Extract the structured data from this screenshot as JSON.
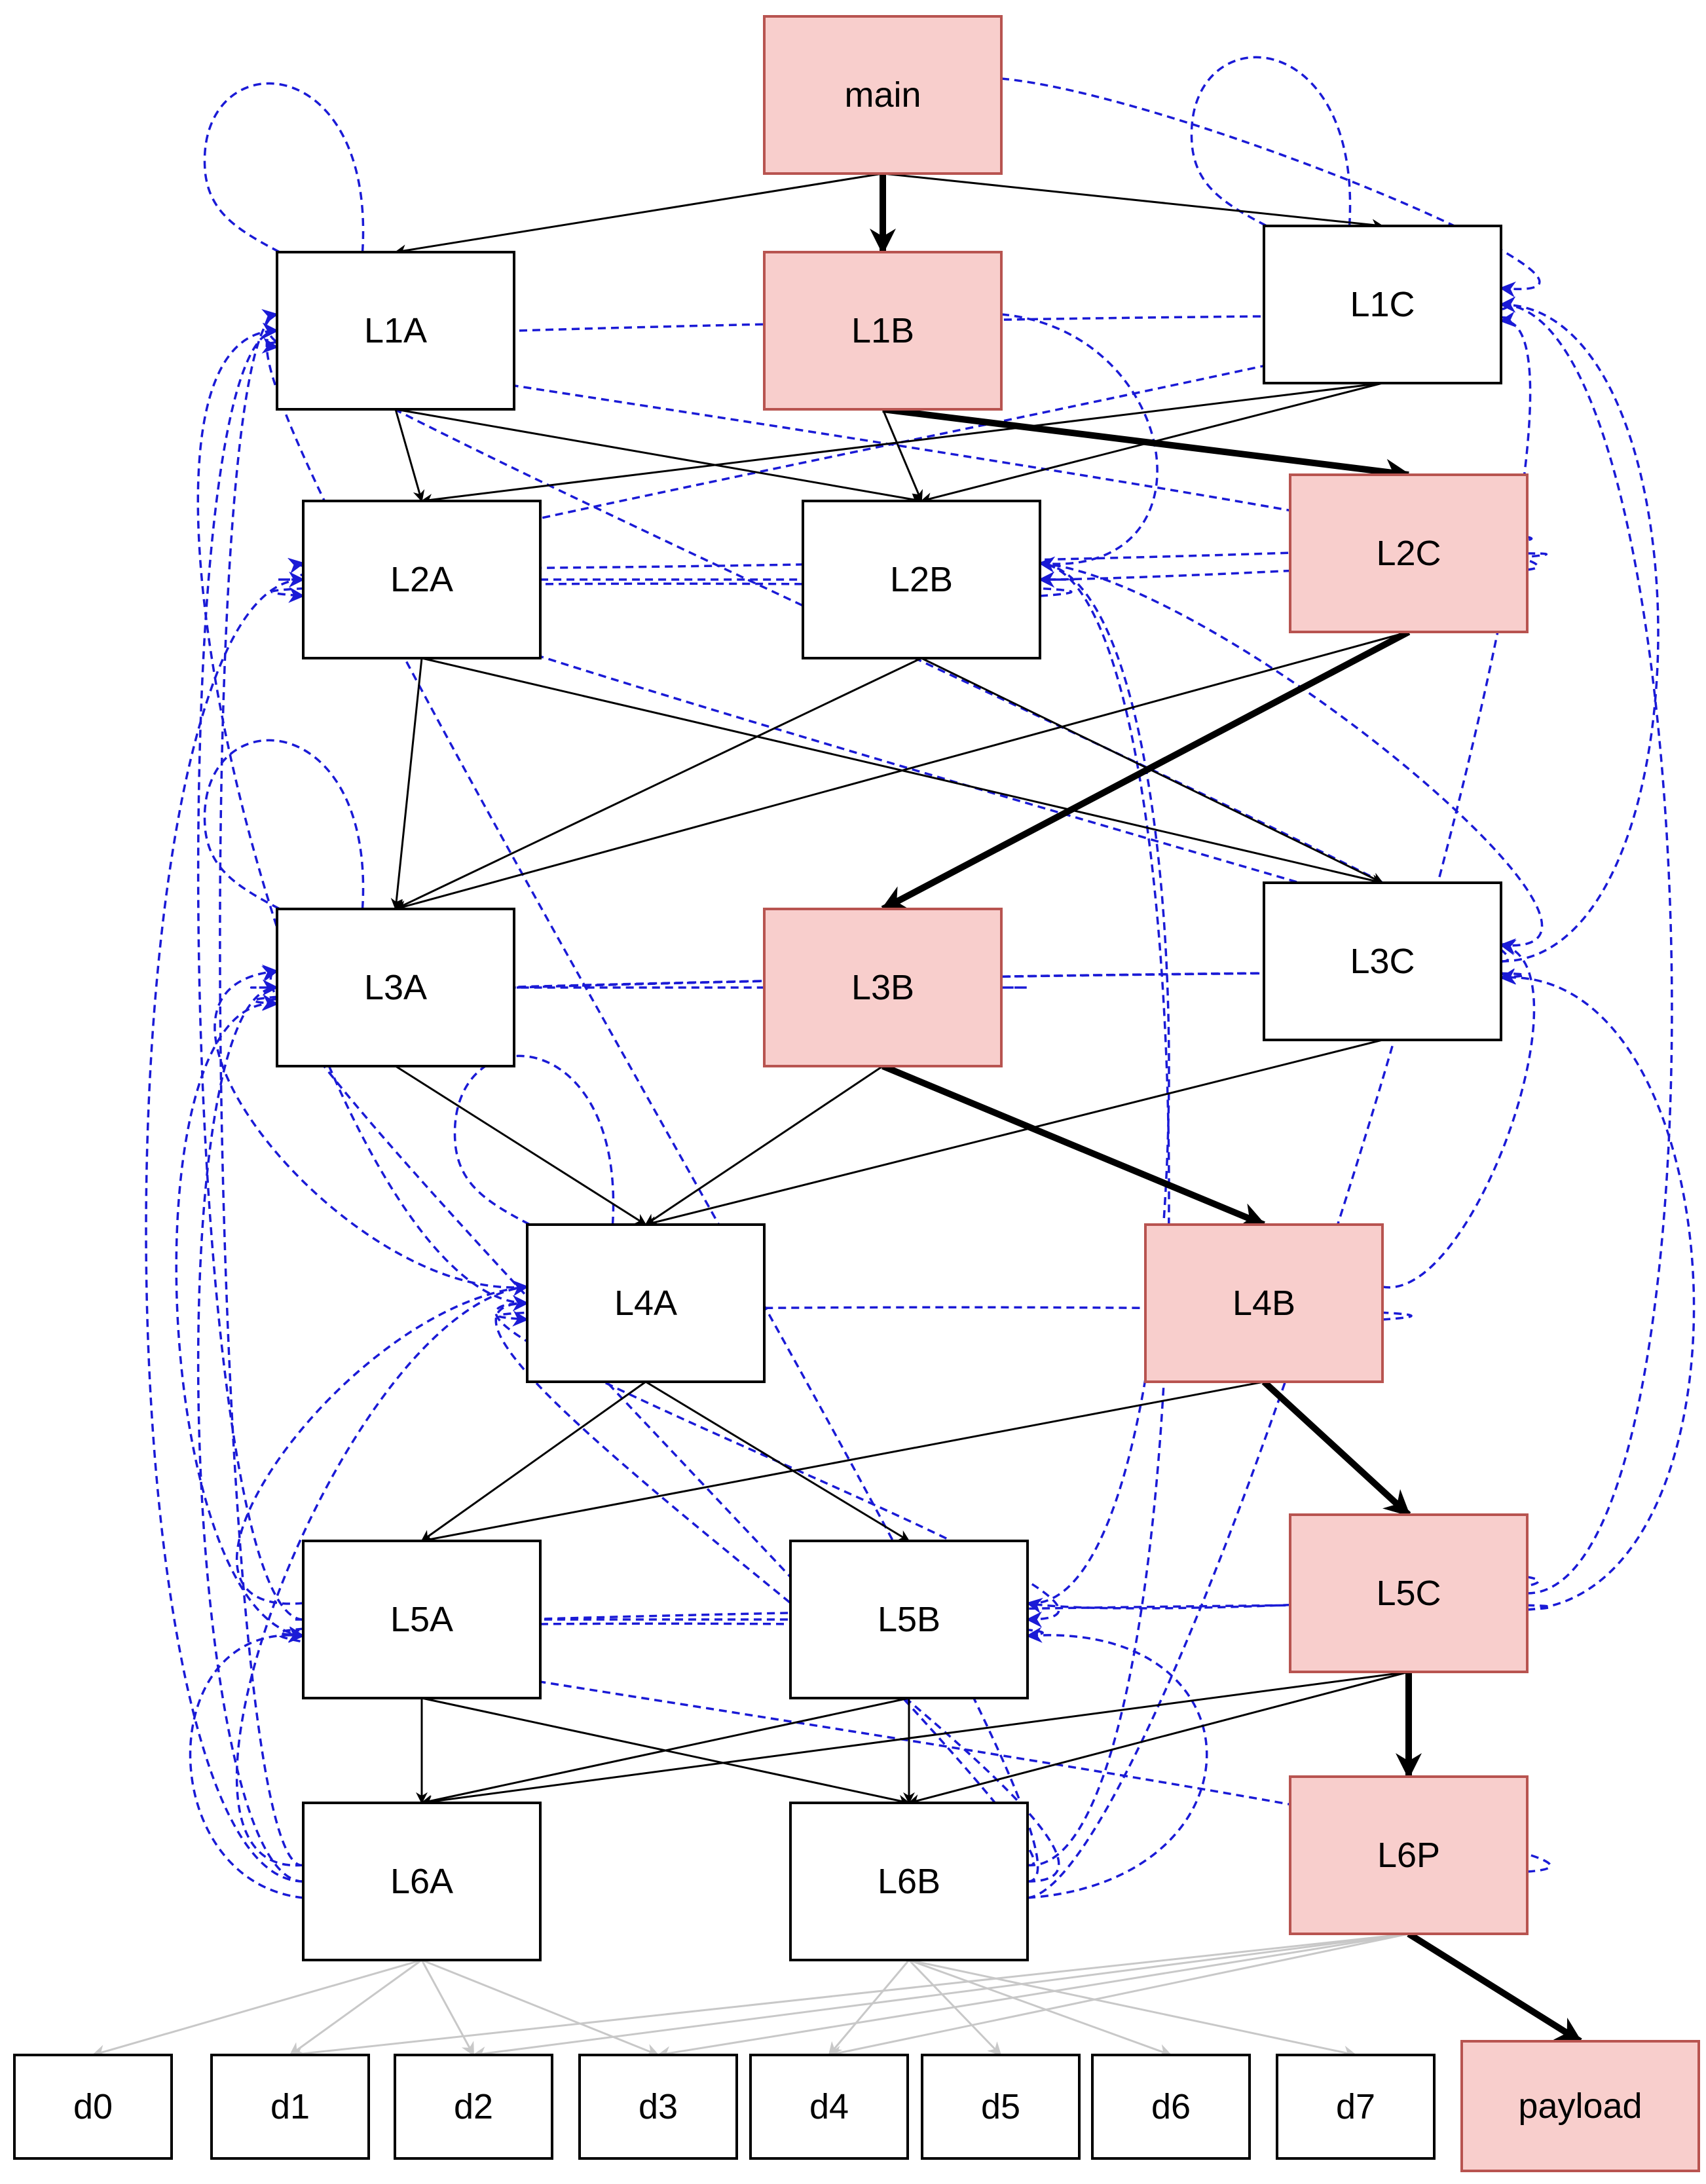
{
  "colors": {
    "highlight_fill": "#f8cecc",
    "highlight_stroke": "#b85450",
    "plain_fill": "#ffffff",
    "plain_stroke": "#000000",
    "dashed_edge": "#1a1ad6",
    "data_edge": "#c8c8c8",
    "call_edge": "#000000"
  },
  "nodes": {
    "main": {
      "label": "main",
      "highlight": true
    },
    "L1A": {
      "label": "L1A",
      "highlight": false
    },
    "L1B": {
      "label": "L1B",
      "highlight": true
    },
    "L1C": {
      "label": "L1C",
      "highlight": false
    },
    "L2A": {
      "label": "L2A",
      "highlight": false
    },
    "L2B": {
      "label": "L2B",
      "highlight": false
    },
    "L2C": {
      "label": "L2C",
      "highlight": true
    },
    "L3A": {
      "label": "L3A",
      "highlight": false
    },
    "L3B": {
      "label": "L3B",
      "highlight": true
    },
    "L3C": {
      "label": "L3C",
      "highlight": false
    },
    "L4A": {
      "label": "L4A",
      "highlight": false
    },
    "L4B": {
      "label": "L4B",
      "highlight": true
    },
    "L5A": {
      "label": "L5A",
      "highlight": false
    },
    "L5B": {
      "label": "L5B",
      "highlight": false
    },
    "L5C": {
      "label": "L5C",
      "highlight": true
    },
    "L6A": {
      "label": "L6A",
      "highlight": false
    },
    "L6B": {
      "label": "L6B",
      "highlight": false
    },
    "L6P": {
      "label": "L6P",
      "highlight": true
    },
    "d0": {
      "label": "d0",
      "highlight": false
    },
    "d1": {
      "label": "d1",
      "highlight": false
    },
    "d2": {
      "label": "d2",
      "highlight": false
    },
    "d3": {
      "label": "d3",
      "highlight": false
    },
    "d4": {
      "label": "d4",
      "highlight": false
    },
    "d5": {
      "label": "d5",
      "highlight": false
    },
    "d6": {
      "label": "d6",
      "highlight": false
    },
    "d7": {
      "label": "d7",
      "highlight": false
    },
    "payload": {
      "label": "payload",
      "highlight": true
    }
  },
  "edges": {
    "call": [
      [
        "main",
        "L1A"
      ],
      [
        "main",
        "L1C"
      ],
      [
        "L1A",
        "L2A"
      ],
      [
        "L1A",
        "L2B"
      ],
      [
        "L1B",
        "L2B"
      ],
      [
        "L1C",
        "L2A"
      ],
      [
        "L1C",
        "L2B"
      ],
      [
        "L2A",
        "L3A"
      ],
      [
        "L2A",
        "L3C"
      ],
      [
        "L2B",
        "L3A"
      ],
      [
        "L2B",
        "L3C"
      ],
      [
        "L2C",
        "L3A"
      ],
      [
        "L3A",
        "L4A"
      ],
      [
        "L3B",
        "L4A"
      ],
      [
        "L3C",
        "L4A"
      ],
      [
        "L4A",
        "L5A"
      ],
      [
        "L4A",
        "L5B"
      ],
      [
        "L4B",
        "L5A"
      ],
      [
        "L5A",
        "L6A"
      ],
      [
        "L5A",
        "L6B"
      ],
      [
        "L5B",
        "L6A"
      ],
      [
        "L5B",
        "L6B"
      ],
      [
        "L5C",
        "L6A"
      ],
      [
        "L5C",
        "L6B"
      ]
    ],
    "path": [
      [
        "main",
        "L1B"
      ],
      [
        "L1B",
        "L2C"
      ],
      [
        "L2C",
        "L3B"
      ],
      [
        "L3B",
        "L4B"
      ],
      [
        "L4B",
        "L5C"
      ],
      [
        "L5C",
        "L6P"
      ],
      [
        "L6P",
        "payload"
      ]
    ],
    "data": [
      [
        "L6A",
        "d0"
      ],
      [
        "L6A",
        "d1"
      ],
      [
        "L6A",
        "d2"
      ],
      [
        "L6A",
        "d3"
      ],
      [
        "L6B",
        "d4"
      ],
      [
        "L6B",
        "d5"
      ],
      [
        "L6B",
        "d6"
      ],
      [
        "L6B",
        "d7"
      ],
      [
        "L6P",
        "d1"
      ],
      [
        "L6P",
        "d2"
      ],
      [
        "L6P",
        "d3"
      ],
      [
        "L6P",
        "d4"
      ]
    ],
    "dashed": [
      [
        "L1A",
        "L1A"
      ],
      [
        "L1C",
        "L1C"
      ],
      [
        "L1C",
        "L1A"
      ],
      [
        "main",
        "L1C"
      ],
      [
        "L2A",
        "L2B"
      ],
      [
        "L2B",
        "L2A"
      ],
      [
        "L2C",
        "L2A"
      ],
      [
        "L2C",
        "L2B"
      ],
      [
        "L2C",
        "L1A"
      ],
      [
        "L1B",
        "L2B"
      ],
      [
        "L3B",
        "L3A"
      ],
      [
        "L3C",
        "L3A"
      ],
      [
        "L3C",
        "L2A"
      ],
      [
        "L3C",
        "L1A"
      ],
      [
        "L4A",
        "L4A"
      ],
      [
        "L4A",
        "L3A"
      ],
      [
        "L4A",
        "L1A"
      ],
      [
        "L4B",
        "L4A"
      ],
      [
        "L4B",
        "L3C"
      ],
      [
        "L5A",
        "L5B"
      ],
      [
        "L5B",
        "L5A"
      ],
      [
        "L5A",
        "L4A"
      ],
      [
        "L5B",
        "L4A"
      ],
      [
        "L5C",
        "L5A"
      ],
      [
        "L5C",
        "L5B"
      ],
      [
        "L5A",
        "L1A"
      ],
      [
        "L5A",
        "L3A"
      ],
      [
        "L5B",
        "L2B"
      ],
      [
        "L5C",
        "L1C"
      ],
      [
        "L5C",
        "L3C"
      ],
      [
        "L6A",
        "L1A"
      ],
      [
        "L6A",
        "L3A"
      ],
      [
        "L6A",
        "L5A"
      ],
      [
        "L6A",
        "L4A"
      ],
      [
        "L6A",
        "L2A"
      ],
      [
        "L6B",
        "L5B"
      ],
      [
        "L6B",
        "L3A"
      ],
      [
        "L6B",
        "L1A"
      ],
      [
        "L6B",
        "L1C"
      ],
      [
        "L6B",
        "L2B"
      ],
      [
        "L6B",
        "L4A"
      ],
      [
        "L6P",
        "L5A"
      ],
      [
        "L3A",
        "L3A"
      ],
      [
        "L2A",
        "L1C"
      ],
      [
        "L3A",
        "L3C"
      ],
      [
        "L2B",
        "L3C"
      ],
      [
        "L3C",
        "L1C"
      ]
    ]
  }
}
